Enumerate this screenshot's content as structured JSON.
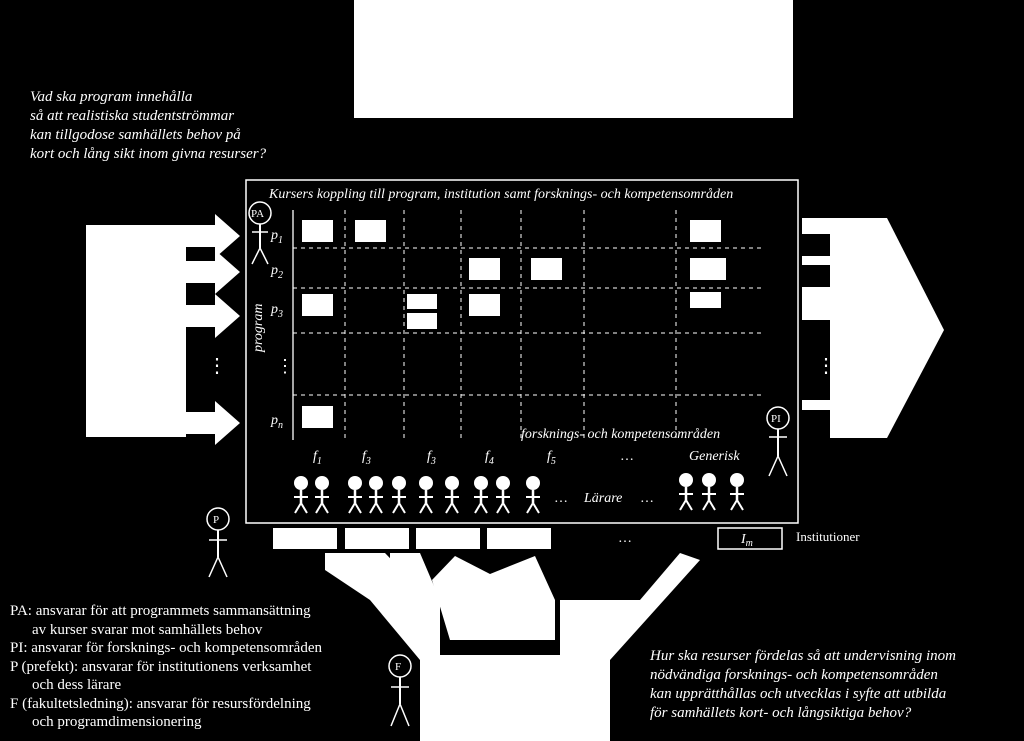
{
  "top_question": [
    "Vad ska program innehålla",
    "så att realistiska studentströmmar",
    "kan tillgodose samhällets behov på",
    "kort och lång sikt inom givna resurser?"
  ],
  "matrix": {
    "title": "Kursers koppling till program, institution samt forsknings- och kompetensområden",
    "program_axis": "program",
    "programs": [
      {
        "base": "p",
        "sub": "1"
      },
      {
        "base": "p",
        "sub": "2"
      },
      {
        "base": "p",
        "sub": "3"
      },
      {
        "base": "p",
        "sub": "n"
      }
    ],
    "vdots": "⋮",
    "areas_axis": "forsknings- och kompetensområden",
    "areas": [
      {
        "base": "f",
        "sub": "1"
      },
      {
        "base": "f",
        "sub": "3"
      },
      {
        "base": "f",
        "sub": "3"
      },
      {
        "base": "f",
        "sub": "4"
      },
      {
        "base": "f",
        "sub": "5"
      },
      {
        "base": "…",
        "sub": ""
      },
      {
        "base": "Generisk",
        "sub": ""
      }
    ],
    "teachers_label": "Lärare",
    "dots": "…"
  },
  "roles": {
    "pa": "PA",
    "pi": "PI",
    "p": "P",
    "f": "F"
  },
  "institutions": {
    "label": "Institutioner",
    "last_base": "I",
    "last_sub": "m",
    "dots": "…"
  },
  "legend": [
    {
      "text": "PA: ansvarar för att programmets sammansättning",
      "indent": false
    },
    {
      "text": "av kurser svarar mot samhällets behov",
      "indent": true
    },
    {
      "text": "PI: ansvarar för forsknings- och kompetensområden",
      "indent": false
    },
    {
      "text": "P (prefekt): ansvarar för institutionens verksamhet",
      "indent": false
    },
    {
      "text": "och dess lärare",
      "indent": true
    },
    {
      "text": "F (fakultetsledning): ansvarar för resursfördelning",
      "indent": false
    },
    {
      "text": "och programdimensionering",
      "indent": true
    }
  ],
  "bottom_question": [
    "Hur ska resurser fördelas så att undervisning inom",
    "nödvändiga forsknings- och kompetensområden",
    "kan upprätthållas och utvecklas i syfte att utbilda",
    "för samhällets kort- och långsiktiga behov?"
  ],
  "colors": {
    "background": "#000000",
    "foreground": "#ffffff"
  }
}
